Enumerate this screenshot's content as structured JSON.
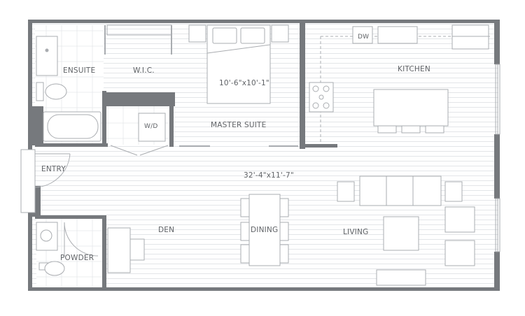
{
  "colors": {
    "wall": "#76797d",
    "floor_line": "#e3e5e8",
    "fixture": "#a9acb0",
    "label": "#5f6266",
    "background": "#ffffff"
  },
  "rooms": {
    "ensuite": "ENSUITE",
    "wic": "W.I.C.",
    "kitchen": "KITCHEN",
    "master_suite": "MASTER SUITE",
    "entry": "ENTRY",
    "den": "DEN",
    "dining": "DINING",
    "living": "LIVING",
    "powder": "POWDER"
  },
  "dimensions": {
    "master_suite": "10'-6\"x10'-1\"",
    "living": "32'-4\"x11'-7\""
  },
  "appliances": {
    "dishwasher": "DW",
    "washer_dryer": "W/D"
  }
}
